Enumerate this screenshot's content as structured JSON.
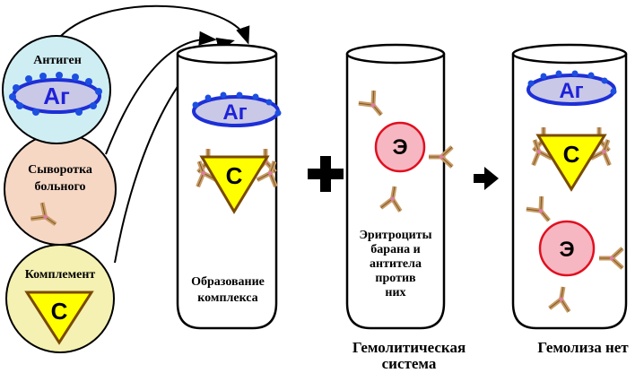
{
  "circles": {
    "antigen": {
      "label": "Антиген",
      "symbol": "Аг",
      "color": "#cfeef3"
    },
    "serum": {
      "label_line1": "Сыворотка",
      "label_line2": "больного",
      "color": "#f6d7c4"
    },
    "complement": {
      "label": "Комплемент",
      "symbol": "С",
      "color": "#f4f1b2"
    }
  },
  "tube1": {
    "label_line1": "Образование",
    "label_line2": "комплекса",
    "antigen_symbol": "Аг",
    "complement_symbol": "С"
  },
  "tube2": {
    "label_line1": "Эритроциты",
    "label_line2": "барана и",
    "label_line3": "антитела",
    "label_line4": "против",
    "label_line5": "них",
    "cell_symbol": "Э"
  },
  "tube3": {
    "antigen_symbol": "Аг",
    "complement_symbol": "С",
    "cell_symbol": "Э"
  },
  "captions": {
    "hemolytic_line1": "Гемолитическая",
    "hemolytic_line2": "система",
    "no_hemolysis": "Гемолиза нет"
  },
  "colors": {
    "antigen_fill": "#c9c8e6",
    "antigen_stroke": "#1d2fd6",
    "antigen_dots": "#1d4fe0",
    "complement_fill": "#ffff00",
    "complement_stroke": "#7a4a00",
    "cell_fill": "#f7b7c2",
    "cell_stroke": "#e01020",
    "antibody": "#c99a63"
  }
}
